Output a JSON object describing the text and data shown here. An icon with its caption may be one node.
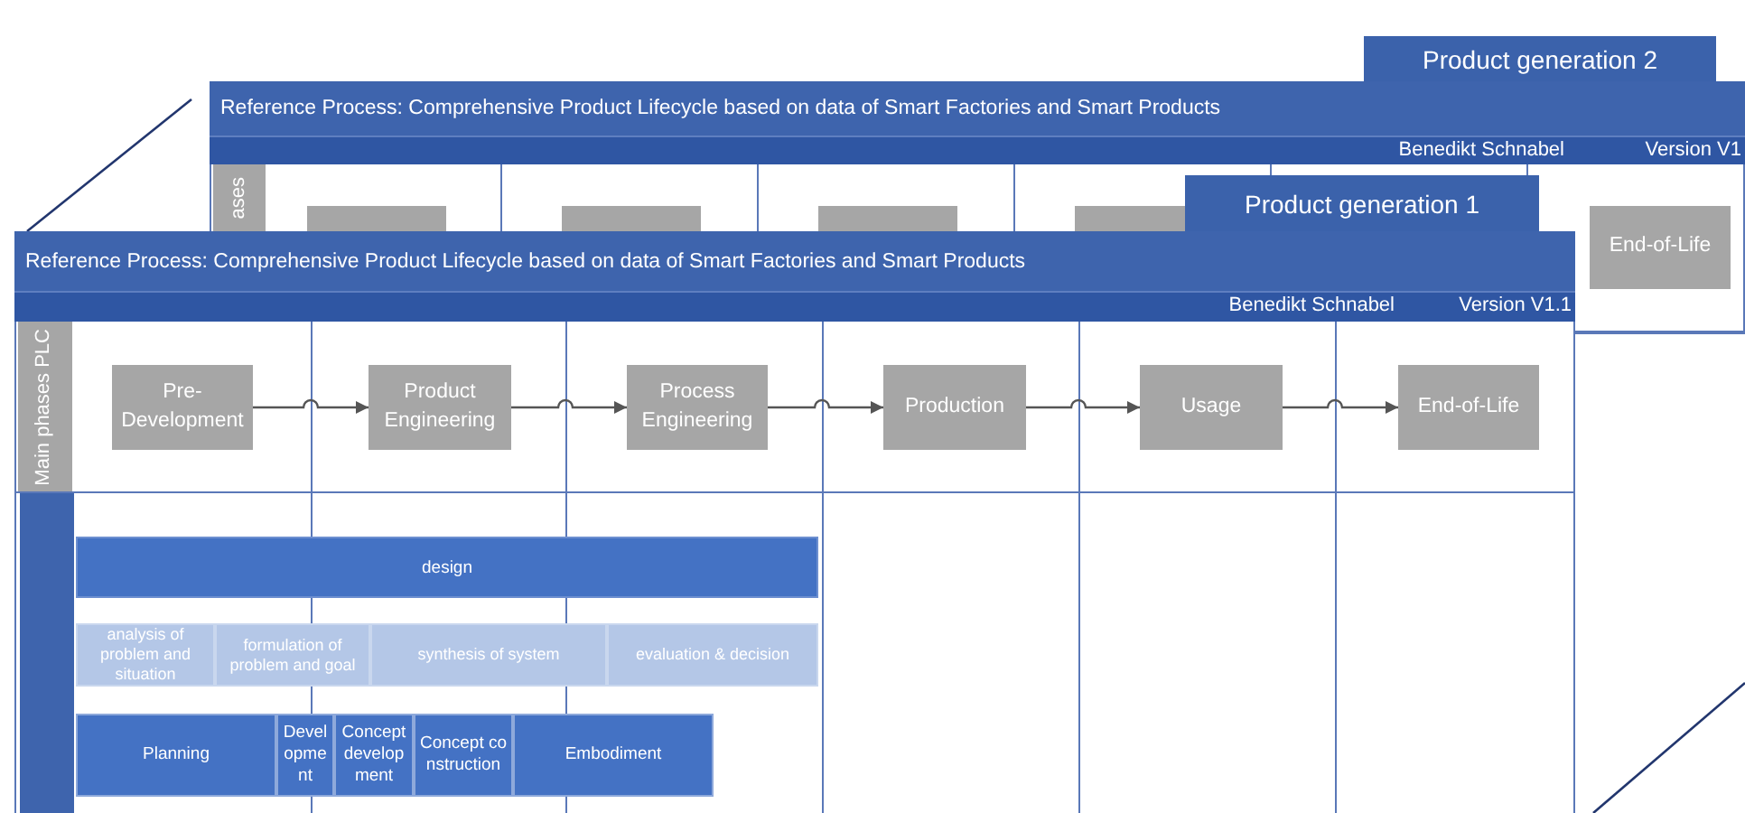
{
  "diagram": {
    "nodes": [
      {
        "text": [
          "Product generation 2"
        ]
      },
      {
        "text": [
          "Reference Process: Comprehensive Product Lifecycle based on data of Smart Factories and Smart Products",
          "Benedikt Schnabel",
          "Version V1"
        ]
      },
      {
        "text": [
          "ases"
        ]
      },
      {
        "text": [],
        "shape": "box"
      },
      {
        "text": [],
        "shape": "box"
      },
      {
        "text": [],
        "shape": "box"
      },
      {
        "text": [],
        "shape": "box"
      },
      {
        "text": [
          "Product generation 1"
        ]
      },
      {
        "text": [
          "End-of-Life"
        ]
      },
      {
        "text": [
          "Reference Process: Comprehensive Product Lifecycle based on data of Smart Factories and Smart Products",
          "Benedikt Schnabel",
          "Version V1.1"
        ]
      },
      {
        "text": [
          "Main phases PLC"
        ]
      },
      {
        "text": [
          "Pre-Development"
        ]
      },
      {
        "text": [
          "Product Engineering"
        ]
      },
      {
        "text": [
          "Process Engineering"
        ]
      },
      {
        "text": [
          "Production"
        ]
      },
      {
        "text": [
          "Usage"
        ]
      },
      {
        "text": [
          "End-of-Life"
        ]
      },
      {
        "text": [
          "design"
        ]
      },
      {
        "text": [
          "analysis of problem and situation"
        ]
      },
      {
        "text": [
          "formulation of problem and goal"
        ]
      },
      {
        "text": [
          "synthesis of system"
        ]
      },
      {
        "text": [
          "evaluation & decision"
        ]
      },
      {
        "text": [
          "Planning"
        ]
      },
      {
        "text": [
          "Development"
        ]
      },
      {
        "text": [
          "Concept development"
        ]
      },
      {
        "text": [
          "Concept construction"
        ]
      },
      {
        "text": [
          "Embodiment"
        ]
      }
    ],
    "edges": [
      {
        "from": 11,
        "to": 12,
        "arrow": "to"
      },
      {
        "from": 12,
        "to": 13,
        "arrow": "to"
      },
      {
        "from": 13,
        "to": 14,
        "arrow": "to"
      },
      {
        "from": 14,
        "to": 15,
        "arrow": "to"
      },
      {
        "from": 15,
        "to": 16,
        "arrow": "to"
      }
    ]
  }
}
